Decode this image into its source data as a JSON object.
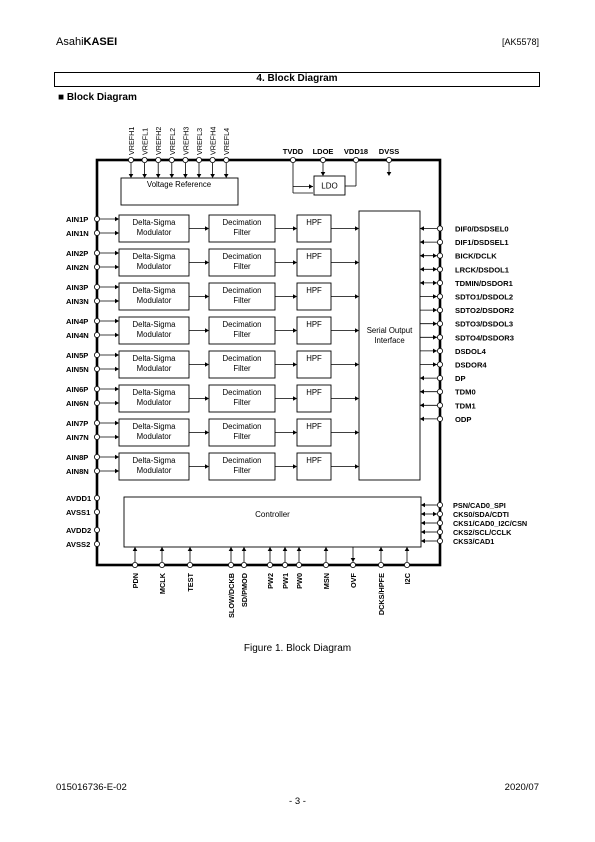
{
  "header": {
    "brand_regular": "Asahi",
    "brand_bold": "KASEI",
    "doc_id": "[AK5578]"
  },
  "section_title": "4. Block Diagram",
  "subsection_title": "■ Block Diagram",
  "diagram": {
    "vref_pins": [
      "VREFH1",
      "VREFL1",
      "VREFH2",
      "VREFL2",
      "VREFH3",
      "VREFL3",
      "VREFH4",
      "VREFL4"
    ],
    "top_right_pins": [
      "TVDD",
      "LDOE",
      "VDD18",
      "DVSS"
    ],
    "voltage_reference_label": "Voltage Reference",
    "ldo_label": "LDO",
    "ain_pins": [
      [
        "AIN1P",
        "AIN1N"
      ],
      [
        "AIN2P",
        "AIN2N"
      ],
      [
        "AIN3P",
        "AIN3N"
      ],
      [
        "AIN4P",
        "AIN4N"
      ],
      [
        "AIN5P",
        "AIN5N"
      ],
      [
        "AIN6P",
        "AIN6N"
      ],
      [
        "AIN7P",
        "AIN7N"
      ],
      [
        "AIN8P",
        "AIN8N"
      ]
    ],
    "modulator_label": [
      "Delta-Sigma",
      "Modulator"
    ],
    "decimation_label": [
      "Decimation",
      "Filter"
    ],
    "hpf_label": "HPF",
    "serial_label": [
      "Serial Output",
      "Interface"
    ],
    "right_pins": [
      {
        "label": "DIF0/DSDSEL0",
        "dir": "in"
      },
      {
        "label": "DIF1/DSDSEL1",
        "dir": "in"
      },
      {
        "label": "BICK/DCLK",
        "dir": "bi"
      },
      {
        "label": "LRCK/DSDOL1",
        "dir": "bi"
      },
      {
        "label": "TDMIN/DSDOR1",
        "dir": "bi"
      },
      {
        "label": "SDTO1/DSDOL2",
        "dir": "out"
      },
      {
        "label": "SDTO2/DSDOR2",
        "dir": "out"
      },
      {
        "label": "SDTO3/DSDOL3",
        "dir": "out"
      },
      {
        "label": "SDTO4/DSDOR3",
        "dir": "out"
      },
      {
        "label": "DSDOL4",
        "dir": "out"
      },
      {
        "label": "DSDOR4",
        "dir": "out"
      },
      {
        "label": "DP",
        "dir": "in"
      },
      {
        "label": "TDM0",
        "dir": "in"
      },
      {
        "label": "TDM1",
        "dir": "in"
      },
      {
        "label": "ODP",
        "dir": "in"
      }
    ],
    "left_power_pins": [
      "AVDD1",
      "AVSS1",
      "AVDD2",
      "AVSS2"
    ],
    "controller_label": "Controller",
    "controller_right_pins": [
      {
        "label": "PSN/CAD0_SPI",
        "dir": "in"
      },
      {
        "label": "CKS0/SDA/CDTI",
        "dir": "bi"
      },
      {
        "label": "CKS1/CAD0_I2C/CSN",
        "dir": "in"
      },
      {
        "label": "CKS2/SCL/CCLK",
        "dir": "in"
      },
      {
        "label": "CKS3/CAD1",
        "dir": "in"
      }
    ],
    "bottom_pins": [
      {
        "label": "PDN",
        "dir": "in"
      },
      {
        "label": "MCLK",
        "dir": "in"
      },
      {
        "label": "TEST",
        "dir": "in"
      },
      {
        "label": "SLOW/DCKB",
        "dir": "in"
      },
      {
        "label": "SD/PMOD",
        "dir": "in"
      },
      {
        "label": "PW2",
        "dir": "in"
      },
      {
        "label": "PW1",
        "dir": "in"
      },
      {
        "label": "PW0",
        "dir": "in"
      },
      {
        "label": "MSN",
        "dir": "in"
      },
      {
        "label": "OVF",
        "dir": "out"
      },
      {
        "label": "DCKS/HPFE",
        "dir": "in"
      },
      {
        "label": "I2C",
        "dir": "in"
      }
    ]
  },
  "figure_caption": "Figure 1. Block Diagram",
  "footer": {
    "doc_number": "015016736-E-02",
    "date": "2020/07",
    "page": "- 3 -"
  }
}
